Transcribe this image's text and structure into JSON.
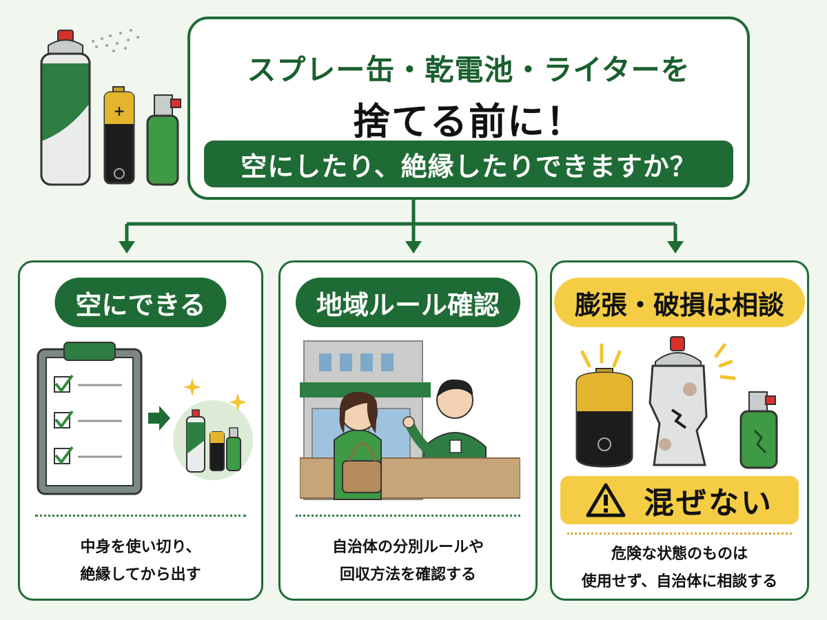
{
  "header": {
    "title_line1": "スプレー缶・乾電池・ライターを",
    "title_line2": "捨てる前に！",
    "question": "空にしたり、絶縁したりできますか？"
  },
  "cards": [
    {
      "title": "空にできる",
      "desc_line1": "中身を使い切り、",
      "desc_line2": "絶縁してから出す"
    },
    {
      "title": "地域ルール確認",
      "desc_line1": "自治体の分別ルールや",
      "desc_line2": "回収方法を確認する"
    },
    {
      "title": "膨張・破損は相談",
      "warning": "混ぜない",
      "desc_line1": "危険な状態のものは",
      "desc_line2": "使用せず、自治体に相談する"
    }
  ],
  "colors": {
    "primary_green": "#1f6b35",
    "accent_yellow": "#f4cd45",
    "background": "#f1f6ef"
  },
  "icons": [
    "spray-can-icon",
    "battery-icon",
    "lighter-icon",
    "checklist-icon",
    "arrow-right-icon",
    "sparkle-icon",
    "building-icon",
    "staff-person-icon",
    "resident-person-icon",
    "warning-triangle-icon",
    "damaged-spray-can-icon",
    "swollen-battery-icon",
    "cracked-lighter-icon"
  ]
}
